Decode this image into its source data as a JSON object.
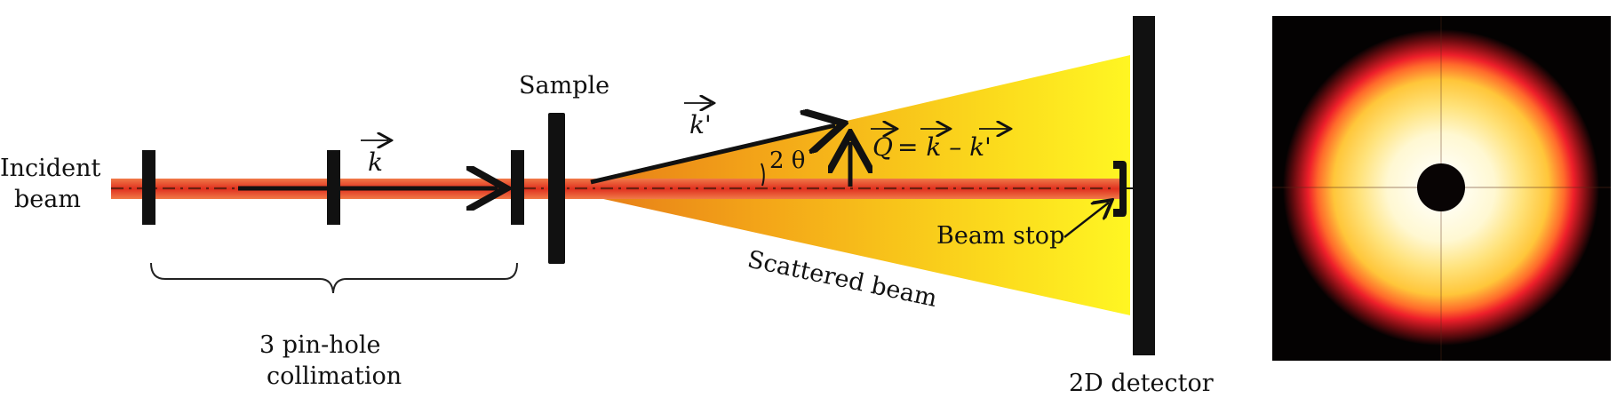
{
  "labels": {
    "incident_line1": "Incident",
    "incident_line2": "beam",
    "sample": "Sample",
    "k_vec": "k",
    "k_prime_vec": "k'",
    "two_theta": "2 θ",
    "q_equation_q": "Q",
    "q_equation_rest": "= k – k'",
    "beam_stop": "Beam stop",
    "scattered_beam": "Scattered beam",
    "collimation_line1": "3 pin-hole",
    "collimation_line2": "collimation",
    "detector": "2D detector"
  },
  "colors": {
    "beam_red": "#e03a26",
    "beam_dash": "#5a1a10",
    "cone_near": "#f2901a",
    "cone_far": "#fff21e",
    "dark": "#111111",
    "ring_red": "#ee1f2a",
    "ring_yellow": "#ffd84a",
    "ring_white": "#fffdf0"
  }
}
